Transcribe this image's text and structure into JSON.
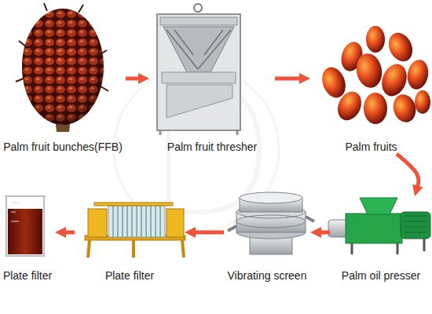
{
  "diagram": {
    "nodes": [
      {
        "text": [
          "Palm fruit bunches(FFB)"
        ]
      },
      {
        "text": [
          "Palm fruit thresher"
        ]
      },
      {
        "text": [
          "Palm fruits"
        ]
      },
      {
        "text": [
          "Palm oil presser"
        ]
      },
      {
        "text": [
          "Vibrating screen"
        ]
      },
      {
        "text": [
          "Plate filter"
        ]
      },
      {
        "text": [
          "Plate filter"
        ]
      }
    ],
    "edges": [
      {
        "from": 0,
        "to": 1,
        "arrow": "to"
      },
      {
        "from": 1,
        "to": 2,
        "arrow": "to"
      },
      {
        "from": 2,
        "to": 3,
        "arrow": "to"
      },
      {
        "from": 3,
        "to": 4,
        "arrow": "to"
      },
      {
        "from": 4,
        "to": 5,
        "arrow": "to"
      },
      {
        "from": 5,
        "to": 6,
        "arrow": "to"
      }
    ]
  }
}
